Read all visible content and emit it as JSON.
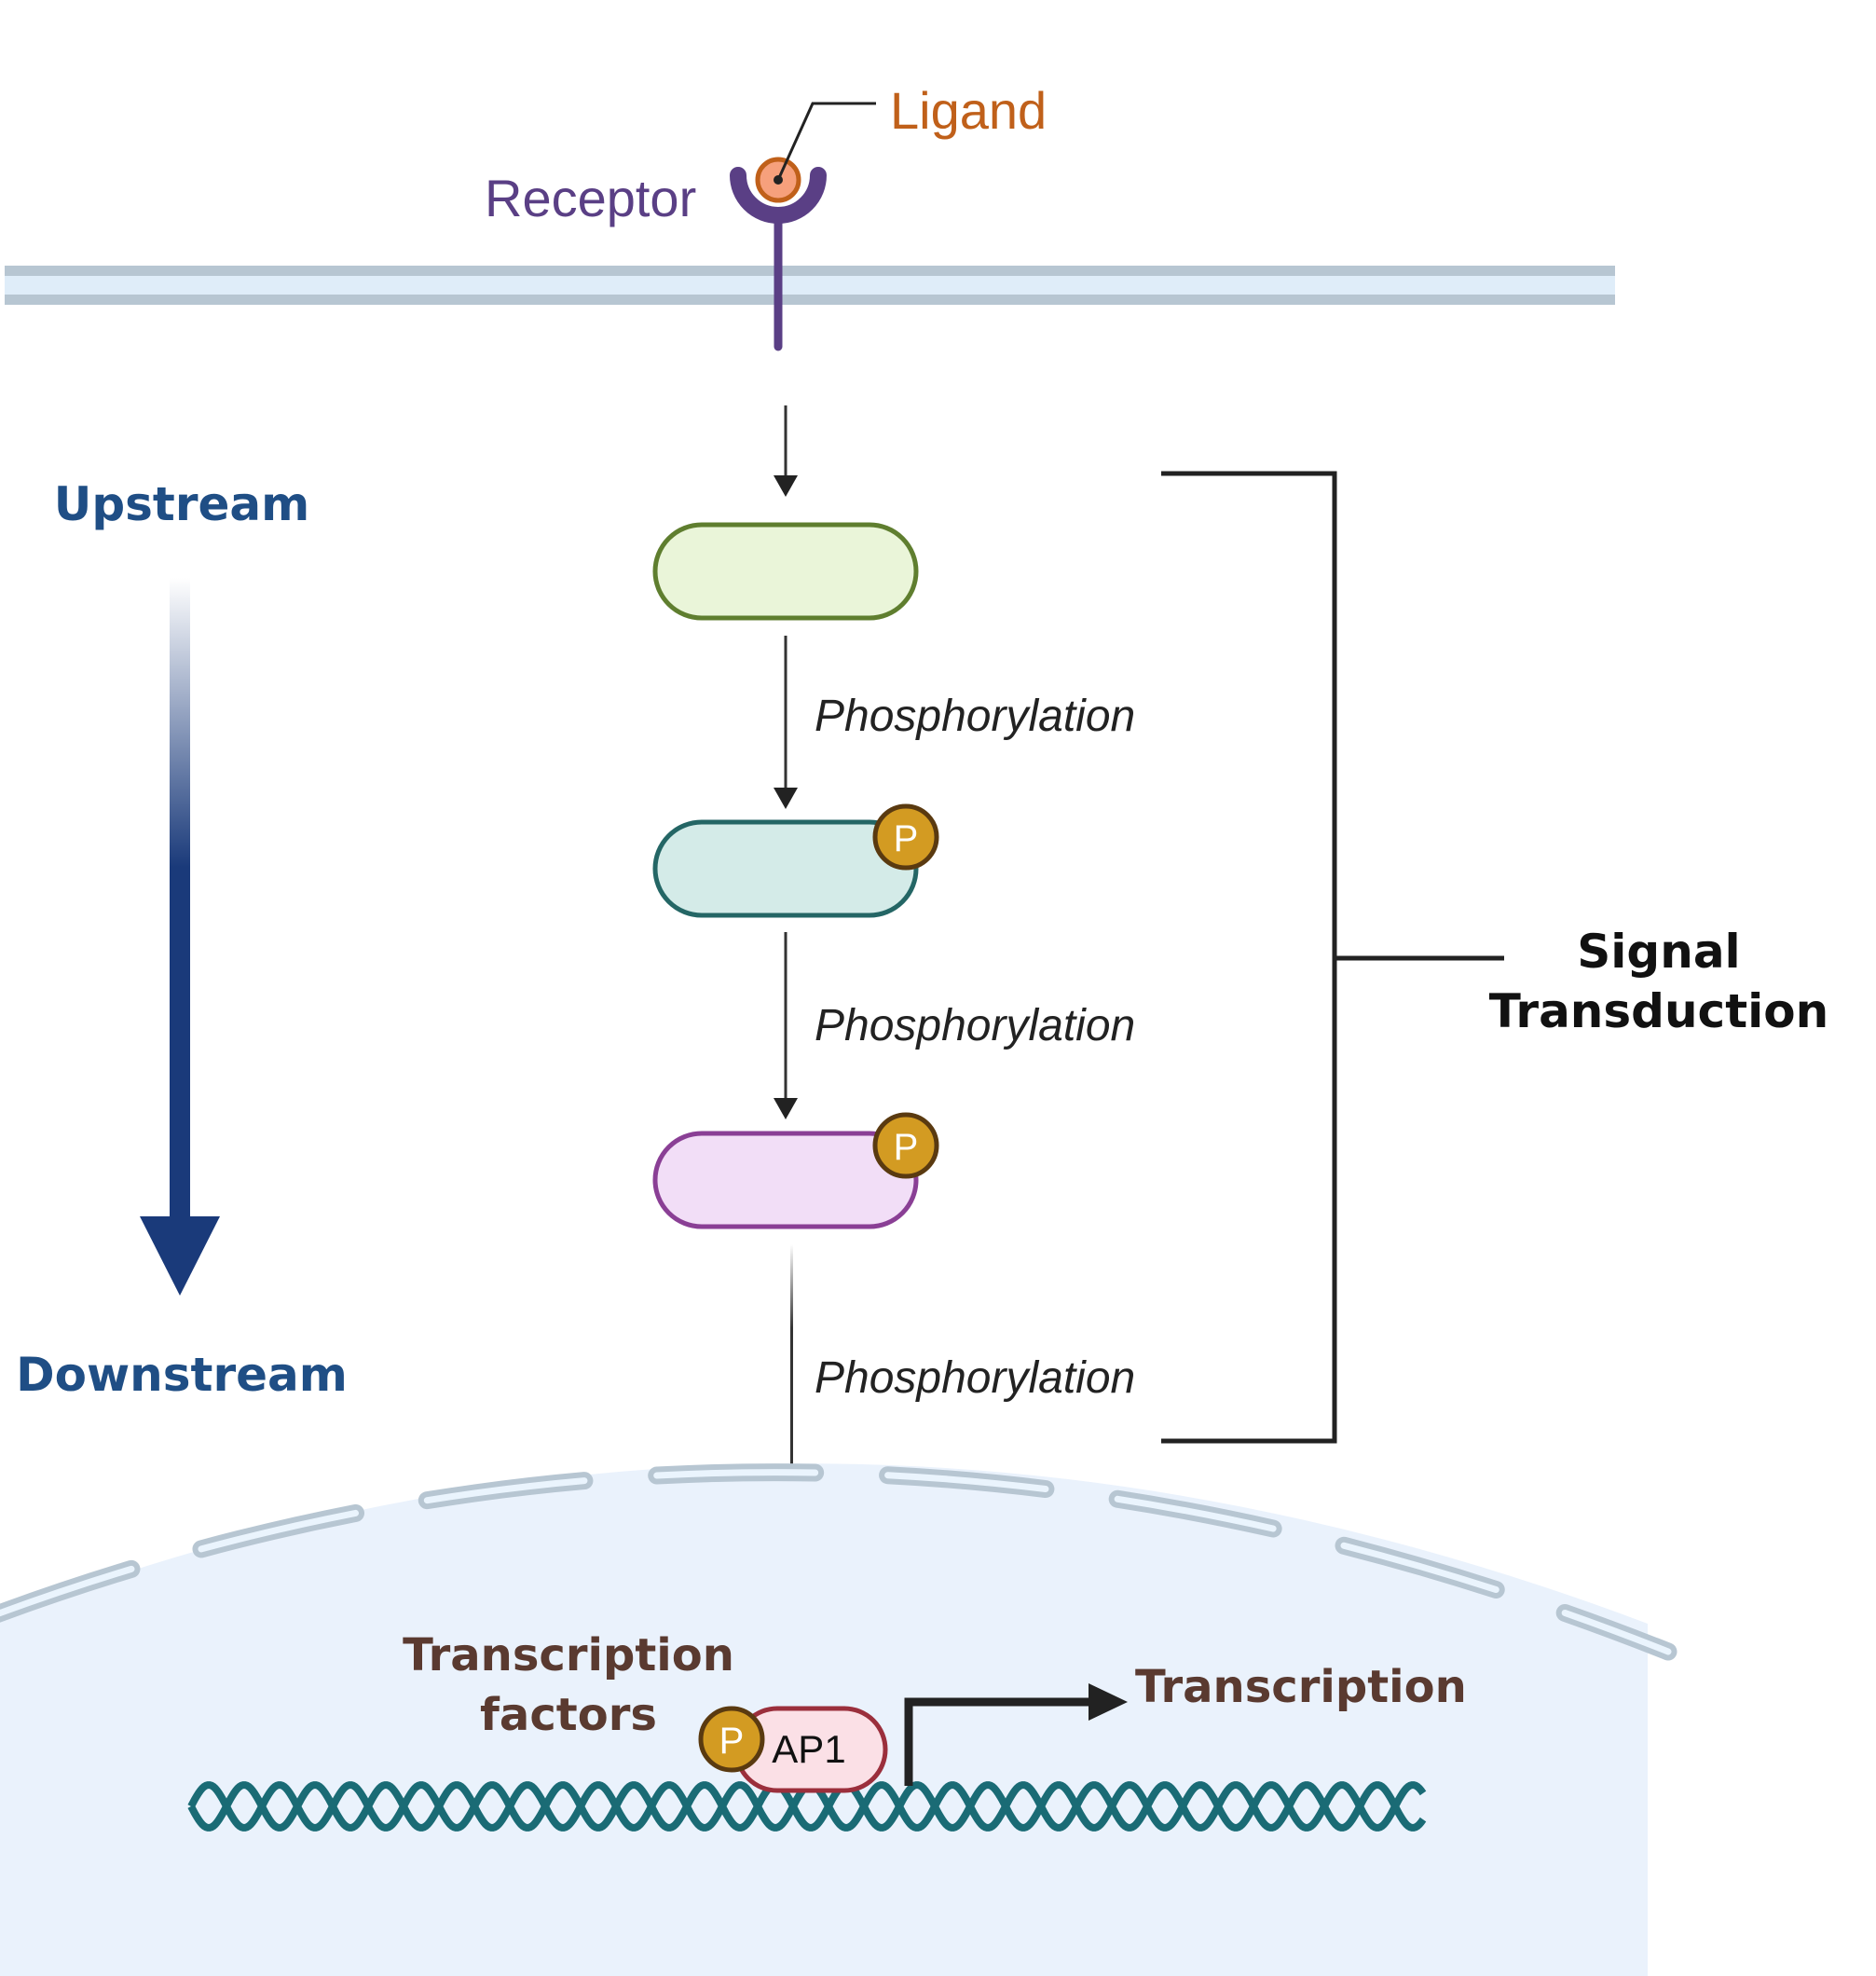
{
  "labels": {
    "ligand": "Ligand",
    "receptor": "Receptor",
    "upstream": "Upstream",
    "downstream": "Downstream",
    "phosphorylation_1": "Phosphorylation",
    "phosphorylation_2": "Phosphorylation",
    "phosphorylation_3": "Phosphorylation",
    "signal": "Signal",
    "transduction": "Transduction",
    "tf_line1": "Transcription",
    "tf_line2": "factors",
    "transcription": "Transcription",
    "p_badge_1": "P",
    "p_badge_2": "P",
    "p_badge_ap1": "P",
    "ap1": "AP1"
  },
  "colors": {
    "ligand_text": "#c0601a",
    "receptor": "#5a3f85",
    "stream_text": "#1f4e85",
    "stream_arrow": "#1a3a7a",
    "brown_text": "#5a3a30",
    "membrane": "#b7c6d2",
    "membrane_fill": "#dfedf9",
    "nucleus_fill": "#eaf2fc",
    "dna": "#1a6b75",
    "phospho_badge": "#d39b22"
  }
}
